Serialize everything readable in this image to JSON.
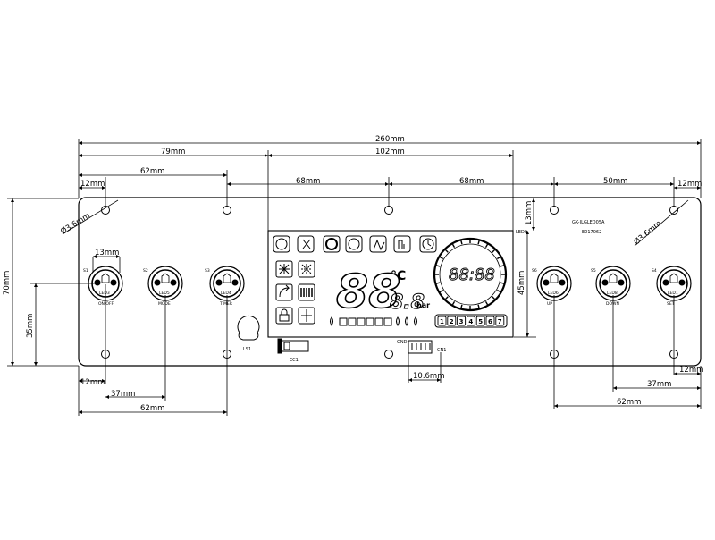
{
  "dimensions": {
    "total_width": "260mm",
    "d79": "79mm",
    "d102": "102mm",
    "d62_top": "62mm",
    "d68_left": "68mm",
    "d68_right": "68mm",
    "d50": "50mm",
    "d12_tl": "12mm",
    "d12_tr": "12mm",
    "dia_left": "Ø3.6mm",
    "dia_right": "Ø3.6mm",
    "d13_btn": "13mm",
    "d13_lcd": "13mm",
    "d70": "70mm",
    "d35": "35mm",
    "d45": "45mm",
    "d12_bl": "12mm",
    "d37_left": "37mm",
    "d62_bottom_left": "62mm",
    "d10_6": "10.6mm",
    "d12_br": "12mm",
    "d37_right": "37mm",
    "d62_bottom_right": "62mm"
  },
  "board": {
    "model": "GK-JLGLED05A",
    "date": "E017062",
    "lcd_tag": "LED0",
    "buzzer": "LS1",
    "encoder": "EC1",
    "gnd": "GND",
    "connector": "CN1"
  },
  "buttons": [
    {
      "ref": "S1",
      "led": "LED3",
      "label": "ON/OFF"
    },
    {
      "ref": "S2",
      "led": "LED5",
      "label": "MODE"
    },
    {
      "ref": "S3",
      "led": "LED4",
      "label": "TIMER"
    },
    {
      "ref": "S6",
      "led": "LED6",
      "label": "UP"
    },
    {
      "ref": "S5",
      "led": "LED8",
      "label": "DOWN"
    },
    {
      "ref": "S4",
      "led": "LED1",
      "label": "SET"
    }
  ],
  "lcd": {
    "big_digits": "88",
    "small_digits": "8.8",
    "temp_unit": "°C",
    "pressure_unit": "bar",
    "clock": "88:88",
    "days": [
      "1",
      "2",
      "3",
      "4",
      "5",
      "6",
      "7"
    ]
  }
}
